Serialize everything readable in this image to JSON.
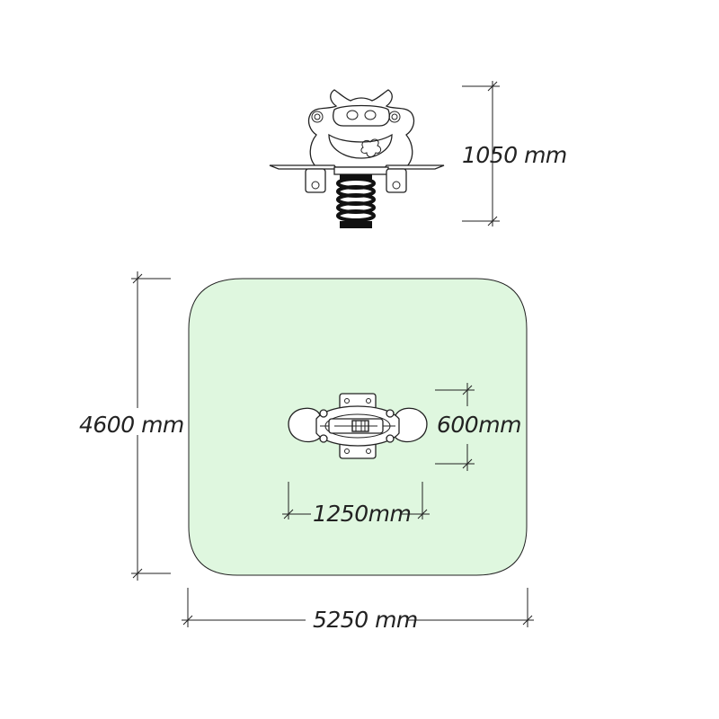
{
  "title": "",
  "dimensions": {
    "height_label": "1050 mm",
    "zone_depth_label": "4600 mm",
    "zone_width_label": "5250 mm",
    "unit_width_label": "600mm",
    "unit_length_label": "1250mm"
  },
  "colors": {
    "safety_zone_fill": "#dff7df",
    "safety_zone_stroke": "#222222",
    "line": "#222222",
    "spring": "#111111"
  },
  "icons": {
    "side_view": "cow-spring-rider-side-view",
    "top_view": "cow-spring-rider-top-view"
  }
}
